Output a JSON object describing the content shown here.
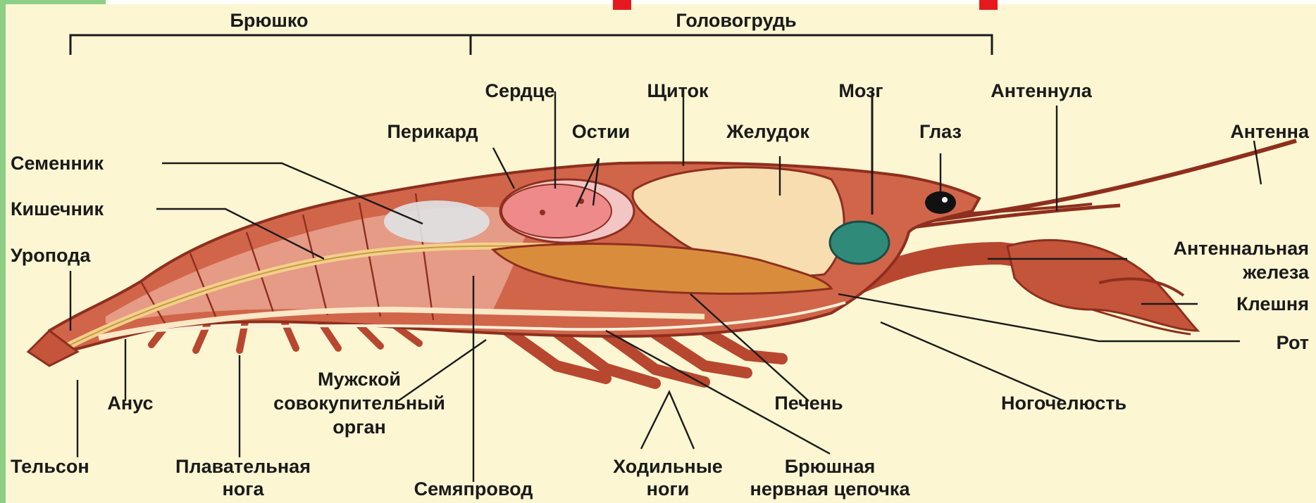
{
  "colors": {
    "background_outer": "#8ecf86",
    "poster": "#fcf6d2",
    "shell": "#c4553a",
    "shell_dark": "#8e2f1e",
    "muscle": "#e9a48f",
    "stomach": "#f7ddb0",
    "liver": "#d98d3c",
    "heart": "#ee8a8a",
    "brain": "#2f8a7a",
    "accent_red": "#e6191f"
  },
  "icons": [
    "crayfish-anatomy-drawing"
  ],
  "sections": {
    "abdomen": "Брюшко",
    "cephalothorax": "Головогрудь"
  },
  "labels": {
    "semennik": "Семенник",
    "kishechnik": "Кишечник",
    "uropoda": "Уропода",
    "anus": "Анус",
    "telson": "Тельсон",
    "swim_leg_1": "Плавательная",
    "swim_leg_2": "нога",
    "male_organ_1": "Мужской",
    "male_organ_2": "совокупительный",
    "male_organ_3": "орган",
    "semyaprovod": "Семяпровод",
    "walking_legs_1": "Ходильные",
    "walking_legs_2": "ноги",
    "nerve_cord_1": "Брюшная",
    "nerve_cord_2": "нервная цепочка",
    "pericard": "Перикард",
    "heart": "Сердце",
    "ostii": "Остии",
    "shield": "Щиток",
    "stomach": "Желудок",
    "brain": "Мозг",
    "eye": "Глаз",
    "antennula": "Антеннула",
    "antenna": "Антенна",
    "antennal_gland_1": "Антеннальная",
    "antennal_gland_2": "железа",
    "claw": "Клешня",
    "mouth": "Рот",
    "liver": "Печень",
    "maxilliped": "Ногочелюсть"
  }
}
